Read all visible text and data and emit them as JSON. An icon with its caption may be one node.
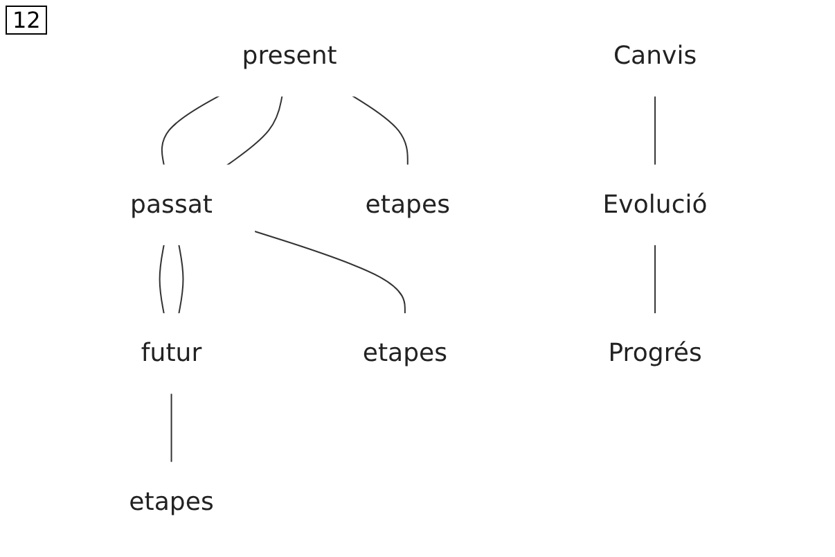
{
  "diagram": {
    "nodes": [
      {
        "text": [
          "present"
        ]
      },
      {
        "text": [
          "passat"
        ]
      },
      {
        "text": [
          "futur"
        ]
      },
      {
        "text": [
          "etapes"
        ]
      },
      {
        "text": [
          "Canvis"
        ]
      },
      {
        "text": [
          "etapes"
        ]
      },
      {
        "text": [
          "etapes"
        ]
      },
      {
        "text": [
          "Evolució"
        ]
      },
      {
        "text": [
          "Progrés"
        ]
      }
    ],
    "edges": [
      {
        "from": 0,
        "to": 1,
        "arrow": "none"
      },
      {
        "from": 1,
        "to": 2,
        "arrow": "none"
      },
      {
        "from": 0,
        "to": 1,
        "arrow": "none"
      },
      {
        "from": 1,
        "to": 2,
        "arrow": "none"
      },
      {
        "from": 0,
        "to": 3,
        "arrow": "none"
      },
      {
        "from": 1,
        "to": 5,
        "arrow": "none"
      },
      {
        "from": 2,
        "to": 6,
        "arrow": "none"
      },
      {
        "from": 4,
        "to": 7,
        "arrow": "none"
      },
      {
        "from": 7,
        "to": 8,
        "arrow": "none"
      }
    ],
    "labels": [
      "12"
    ]
  }
}
